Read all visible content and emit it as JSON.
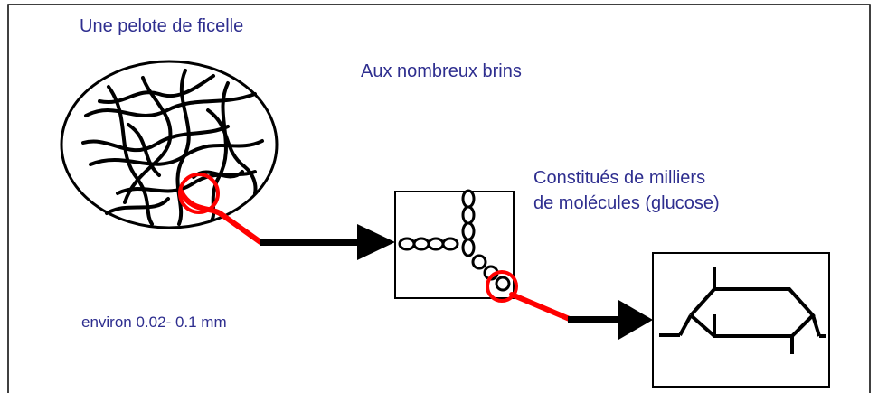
{
  "labels": {
    "ball": "Une pelote de ficelle",
    "strands": "Aux nombreux brins",
    "molecules_line1": "Constitués de milliers",
    "molecules_line2": "de molécules (glucose)",
    "size": "environ 0.02- 0.1 mm"
  },
  "colors": {
    "text": "#2e2e8f",
    "highlight": "#ff0000",
    "ink": "#000000"
  }
}
